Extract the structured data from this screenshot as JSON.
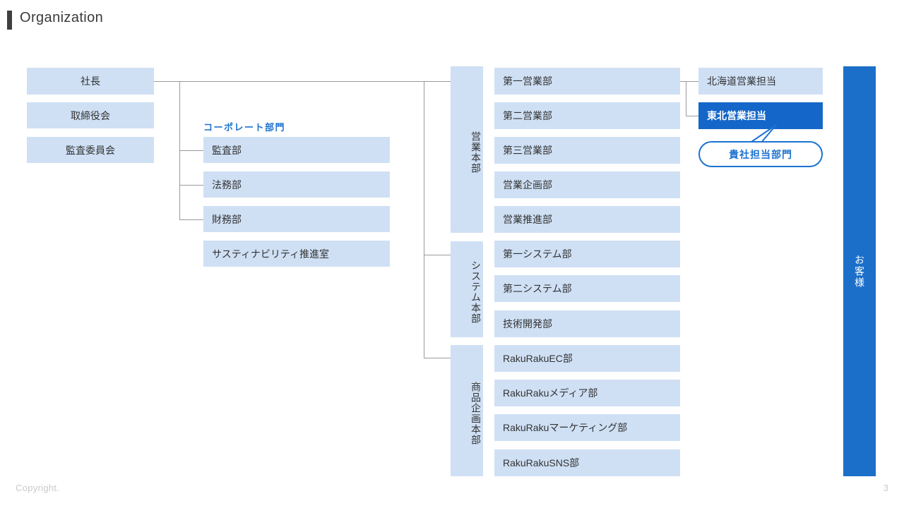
{
  "header": {
    "title": "Organization"
  },
  "colors": {
    "box_fill": "#cfe0f5",
    "highlight_fill": "#1566c9",
    "customer_fill": "#1b6fc9",
    "accent_blue": "#1d72d2",
    "line": "#9a9a9a",
    "text": "#333333",
    "footer_text": "#c9c9c9"
  },
  "executive": {
    "items": [
      {
        "label": "社長"
      },
      {
        "label": "取締役会"
      },
      {
        "label": "監査委員会"
      }
    ]
  },
  "corporate": {
    "section_label": "コーポレート部門",
    "items": [
      {
        "label": "監査部"
      },
      {
        "label": "法務部"
      },
      {
        "label": "財務部"
      },
      {
        "label": "サスティナビリティ推進室"
      }
    ]
  },
  "divisions": [
    {
      "name": "営業本部",
      "departments": [
        {
          "label": "第一営業部"
        },
        {
          "label": "第二営業部"
        },
        {
          "label": "第三営業部"
        },
        {
          "label": "営業企画部"
        },
        {
          "label": "営業推進部"
        }
      ]
    },
    {
      "name": "システム本部",
      "departments": [
        {
          "label": "第一システム部"
        },
        {
          "label": "第二システム部"
        },
        {
          "label": "技術開発部"
        }
      ]
    },
    {
      "name": "商品企画本部",
      "departments": [
        {
          "label": "RakuRakuEC部"
        },
        {
          "label": "RakuRakuメディア部"
        },
        {
          "label": "RakuRakuマーケティング部"
        },
        {
          "label": "RakuRakuSNS部"
        }
      ]
    }
  ],
  "regional": {
    "items": [
      {
        "label": "北海道営業担当",
        "highlighted": false
      },
      {
        "label": "東北営業担当",
        "highlighted": true
      }
    ]
  },
  "callout": {
    "label": "貴社担当部門"
  },
  "customer_bar": {
    "label": "お客様"
  },
  "footer": {
    "copyright": "Copyright.",
    "page_number": "3"
  }
}
